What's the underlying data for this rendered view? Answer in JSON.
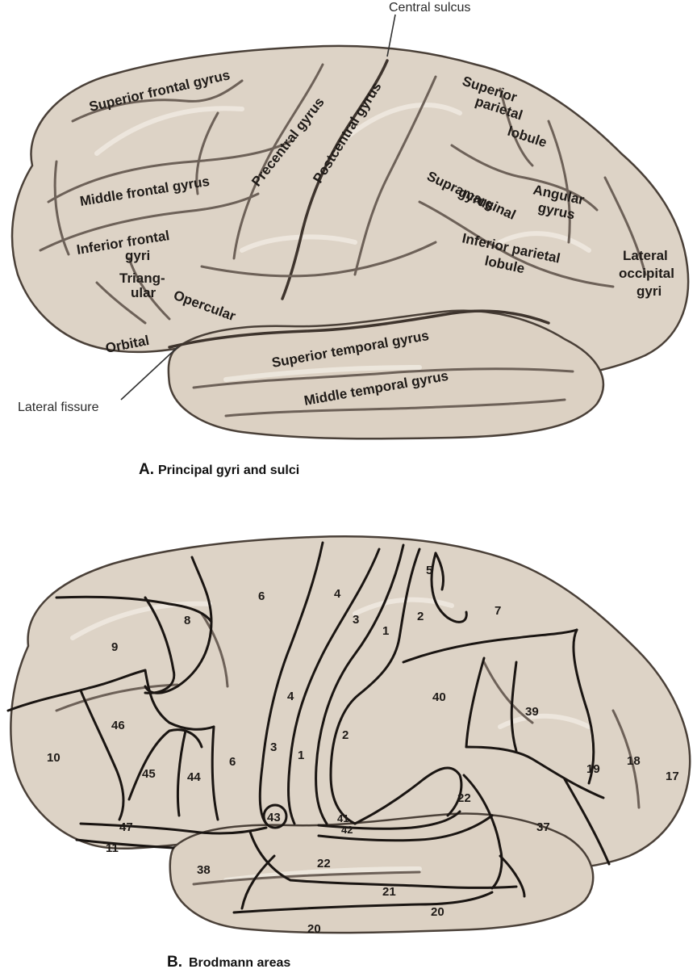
{
  "panel_a": {
    "caption_letter": "A.",
    "caption_text": "Principal gyri and sulci",
    "callouts": {
      "central_sulcus": "Central sulcus",
      "lateral_fissure": "Lateral fissure"
    },
    "labels": {
      "superior_frontal_gyrus": "Superior frontal gyrus",
      "middle_frontal_gyrus": "Middle frontal gyrus",
      "inferior_frontal_gyri_line1": "Inferior frontal",
      "inferior_frontal_gyri_line2": "gyri",
      "triangular_line1": "Triang-",
      "triangular_line2": "ular",
      "opercular": "Opercular",
      "orbital": "Orbital",
      "precentral_gyrus": "Precentral gyrus",
      "postcentral_gyrus": "Postcentral gyrus",
      "superior_parietal_line1": "Superior",
      "superior_parietal_line2": "parietal",
      "superior_parietal_line3": "lobule",
      "supramarginal_line1": "Supramarginal",
      "supramarginal_line2": "gyrus",
      "angular_line1": "Angular",
      "angular_line2": "gyrus",
      "inferior_parietal_line1": "Inferior parietal",
      "inferior_parietal_line2": "lobule",
      "lateral_occipital_line1": "Lateral",
      "lateral_occipital_line2": "occipital",
      "lateral_occipital_line3": "gyri",
      "superior_temporal_gyrus": "Superior temporal gyrus",
      "middle_temporal_gyrus": "Middle temporal gyrus"
    }
  },
  "panel_b": {
    "caption_letter": "B.",
    "caption_text": "Brodmann areas",
    "areas": {
      "a5": "5",
      "a4_top": "4",
      "a6_top": "6",
      "a8": "8",
      "a9": "9",
      "a3_top": "3",
      "a2_top": "2",
      "a7": "7",
      "a1_top": "1",
      "a40": "40",
      "a39": "39",
      "a46": "46",
      "a4_mid": "4",
      "a3_mid": "3",
      "a1_mid": "1",
      "a2_mid": "2",
      "a10": "10",
      "a45": "45",
      "a44": "44",
      "a6_mid": "6",
      "a19": "19",
      "a18": "18",
      "a17": "17",
      "a22_right": "22",
      "a43": "43",
      "a41": "41",
      "a42": "42",
      "a47": "47",
      "a37": "37",
      "a11": "11",
      "a38": "38",
      "a22_low": "22",
      "a21": "21",
      "a20_right": "20",
      "a20_low": "20"
    }
  }
}
